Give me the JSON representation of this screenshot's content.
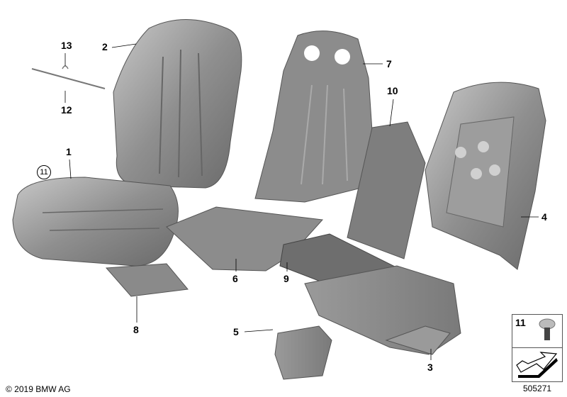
{
  "diagram": {
    "part_labels": {
      "p1": "1",
      "p2": "2",
      "p3": "3",
      "p4": "4",
      "p5": "5",
      "p6": "6",
      "p7": "7",
      "p8": "8",
      "p9": "9",
      "p10": "10",
      "p11_circled": "11",
      "p12": "12",
      "p13": "13"
    },
    "legend": {
      "item_number": "11",
      "item_icon": "clip-rivet-icon",
      "arrow_icon": "arrow-icon"
    },
    "copyright": "© 2019 BMW AG",
    "diagram_id": "505271"
  },
  "colors": {
    "part_fill": "#8a8a8a",
    "part_dark": "#6e6e6e",
    "part_light": "#b5b5b5"
  }
}
